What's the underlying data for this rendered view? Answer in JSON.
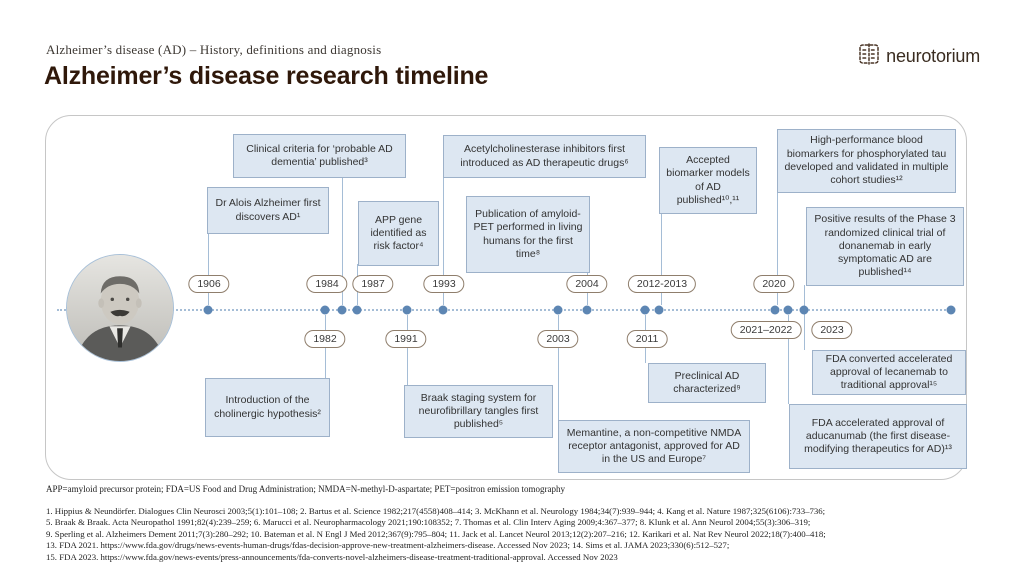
{
  "header": {
    "subtitle": "Alzheimer’s disease (AD) – History, definitions and diagnosis",
    "title": "Alzheimer’s disease research timeline",
    "logo_text": "neurotorium"
  },
  "colors": {
    "event_box_fill": "#dde7f2",
    "event_box_border": "#9db1c9",
    "timeline_blue": "#5d86b3",
    "pill_border": "#8f7e6c",
    "title_brown": "#2f180a"
  },
  "events": {
    "e1906": {
      "year": "1906",
      "text": "Dr Alois Alzheimer first discovers AD¹"
    },
    "e1982": {
      "year": "1982",
      "text": "Introduction of the cholinergic hypothesis²"
    },
    "e1984": {
      "year": "1984",
      "text": "Clinical criteria for ‘probable AD dementia’ published³"
    },
    "e1987": {
      "year": "1987",
      "text": "APP gene identified as risk factor⁴"
    },
    "e1991": {
      "year": "1991",
      "text": "Braak staging system for neurofibrillary tangles first published⁵"
    },
    "e1993": {
      "year": "1993",
      "text": "Acetylcholinesterase inhibitors first introduced as AD therapeutic drugs⁶"
    },
    "e2003": {
      "year": "2003",
      "text": "Memantine, a non-competitive NMDA receptor antagonist, approved for AD in the US and Europe⁷"
    },
    "e2004": {
      "year": "2004",
      "text": "Publication of amyloid-PET performed in living humans for the first time⁸"
    },
    "e2011": {
      "year": "2011",
      "text": "Preclinical AD characterized⁹"
    },
    "e2012_2013": {
      "year": "2012-2013",
      "text": "Accepted biomarker models of AD published¹⁰,¹¹"
    },
    "e2020": {
      "year": "2020",
      "text": "High-performance blood biomarkers for phosphorylated tau developed and validated in multiple cohort studies¹²"
    },
    "e2021_2022": {
      "year": "2021–2022",
      "text": "FDA accelerated approval of aducanumab (the first disease-modifying therapeutics for AD)¹³"
    },
    "e2023": {
      "year": "2023",
      "text": "Positive results of the Phase 3 randomized clinical trial of donanemab in early symptomatic AD are published¹⁴"
    },
    "e2023b": {
      "text": "FDA converted accelerated approval of lecanemab to traditional approval¹⁵"
    }
  },
  "footer": {
    "abbreviations": "APP=amyloid precursor protein; FDA=US Food and Drug Administration; NMDA=N-methyl-D-aspartate; PET=positron emission tomography",
    "references": [
      "1. Hippius & Neundörfer. Dialogues Clin Neurosci 2003;5(1):101–108; 2. Bartus et al. Science 1982;217(4558)408–414; 3. McKhann et al. Neurology 1984;34(7):939–944; 4. Kang et al. Nature 1987;325(6106):733–736;",
      "5. Braak & Braak. Acta Neuropathol 1991;82(4):239–259; 6. Marucci et al. Neuropharmacology 2021;190:108352; 7. Thomas et al. Clin Interv Aging 2009;4:367–377; 8. Klunk et al. Ann Neurol 2004;55(3):306–319;",
      "9. Sperling et al. Alzheimers Dement 2011;7(3):280–292; 10. Bateman et al. N Engl J Med 2012;367(9):795–804; 11. Jack et al. Lancet Neurol 2013;12(2):207–216; 12. Karikari et al. Nat Rev Neurol 2022;18(7):400–418;",
      "13. FDA 2021. https://www.fda.gov/drugs/news-events-human-drugs/fdas-decision-approve-new-treatment-alzheimers-disease. Accessed Nov 2023; 14. Sims et al. JAMA 2023;330(6):512–527;",
      "15. FDA 2023. https://www.fda.gov/news-events/press-announcements/fda-converts-novel-alzheimers-disease-treatment-traditional-approval. Accessed Nov 2023"
    ]
  }
}
